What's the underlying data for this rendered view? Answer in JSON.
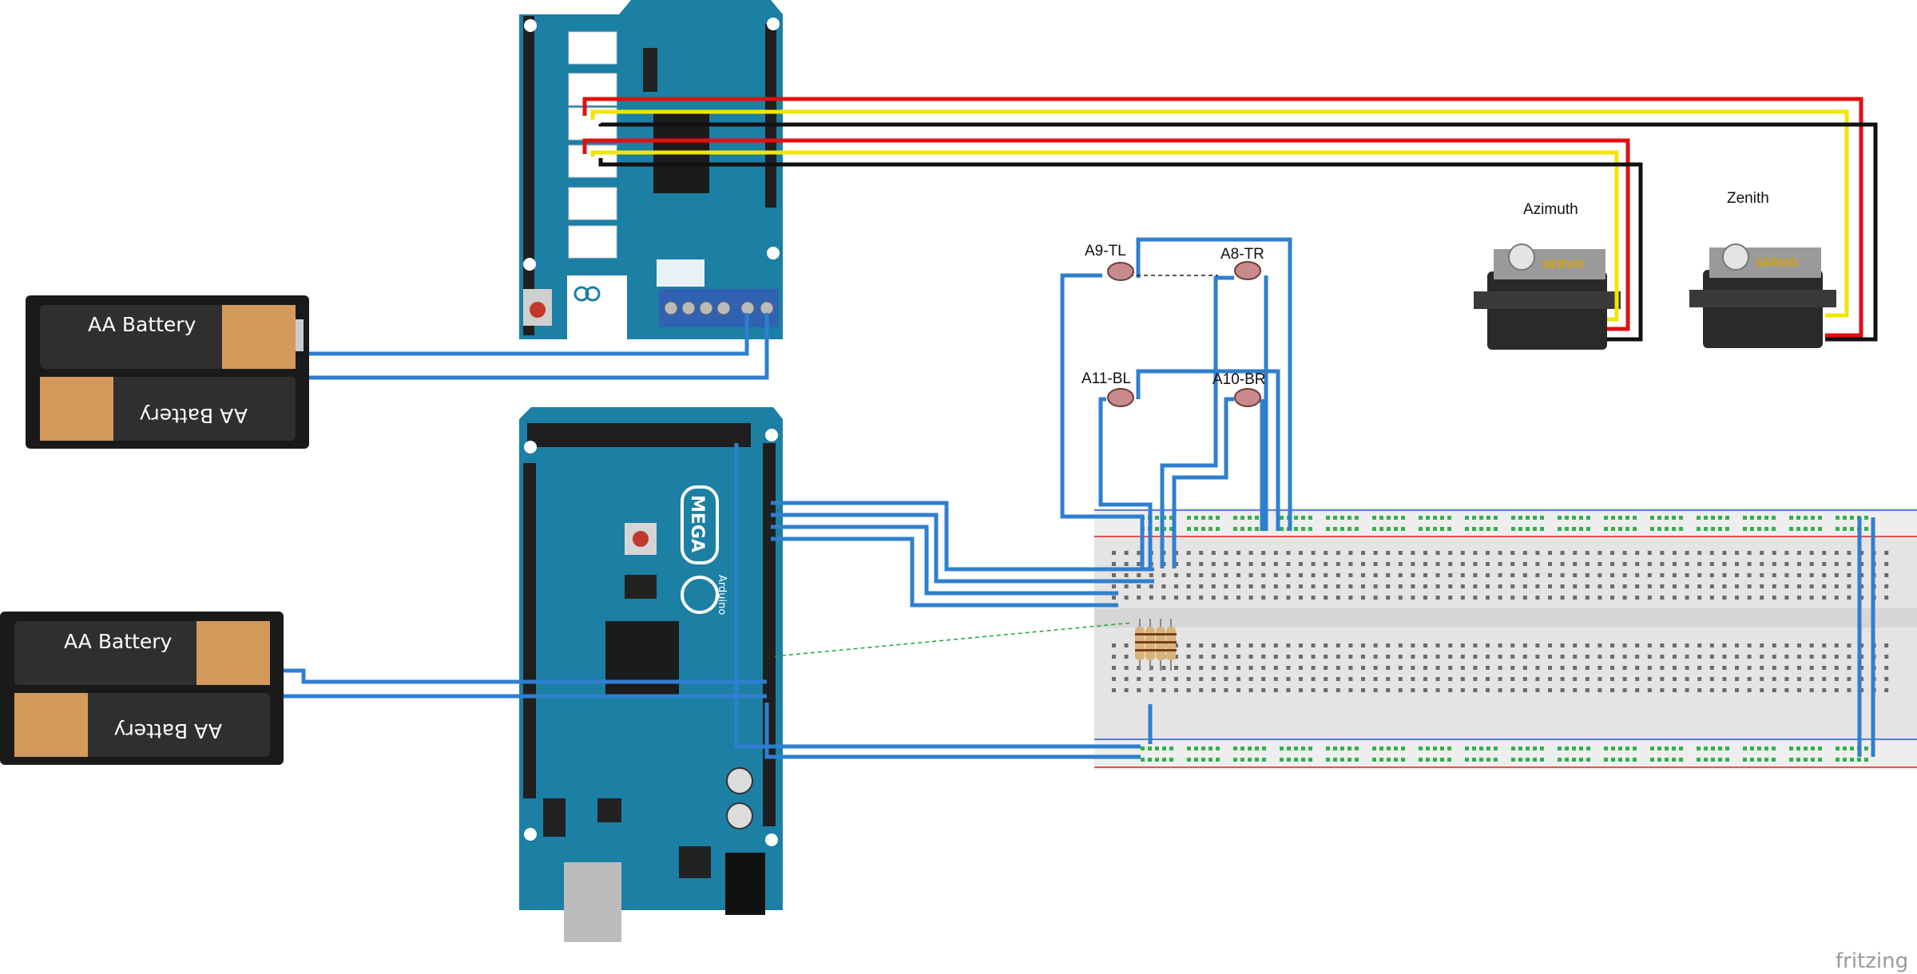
{
  "labels": {
    "azimuth": "Azimuth",
    "zenith": "Zenith",
    "ldr_tl": "A9-TL",
    "ldr_tr": "A8-TR",
    "ldr_bl": "A11-BL",
    "ldr_br": "A10-BR",
    "battery": "AA Battery",
    "servo": "SERVO",
    "mega": "MEGA",
    "arduino": "Arduino",
    "watermark": "fritzing"
  },
  "colors": {
    "board": "#1c7fa4",
    "board_dark": "#146a8a",
    "wire_blue": "#2f7fd0",
    "wire_red": "#e01010",
    "wire_yellow": "#f2e600",
    "wire_black": "#111111",
    "battery_body": "#2b2b2b",
    "battery_copper": "#d39a5c",
    "breadboard": "#e6e6e6",
    "rail_red": "#e55353",
    "rail_blue": "#5b7fd6",
    "hole_green": "#33b050"
  }
}
